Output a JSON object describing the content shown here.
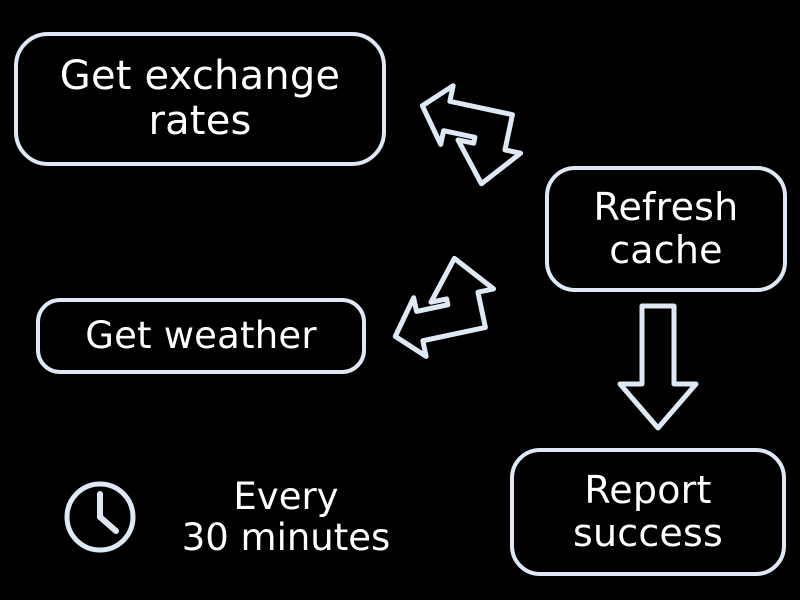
{
  "diagram": {
    "type": "flowchart",
    "background_color": "#000000",
    "stroke_color": "#dfe8f5",
    "text_color": "#ffffff",
    "nodes": [
      {
        "id": "exchange",
        "label": "Get exchange\nrates"
      },
      {
        "id": "weather",
        "label": "Get weather"
      },
      {
        "id": "refresh",
        "label": "Refresh\ncache"
      },
      {
        "id": "report",
        "label": "Report\nsuccess"
      }
    ],
    "edges": [
      {
        "from": "exchange",
        "to": "refresh",
        "name": "arrow-exchange-refresh"
      },
      {
        "from": "weather",
        "to": "refresh",
        "name": "arrow-weather-refresh"
      },
      {
        "from": "refresh",
        "to": "report",
        "name": "arrow-refresh-report"
      }
    ],
    "schedule": {
      "icon": "clock-icon",
      "label": "Every\n30 minutes"
    }
  }
}
